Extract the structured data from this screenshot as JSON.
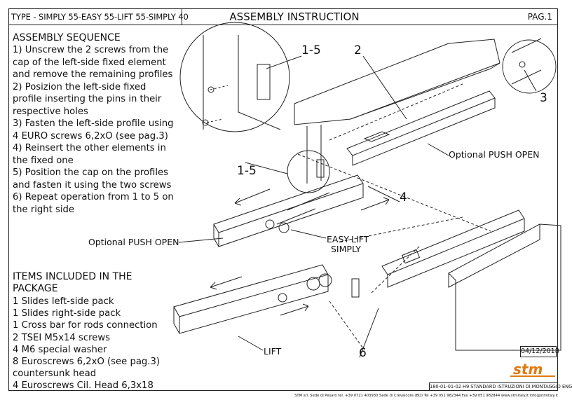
{
  "header": {
    "type_line": "TYPE - SIMPLY 55-EASY 55-LIFT 55-SIMPLY 40",
    "title": "ASSEMBLY INSTRUCTION",
    "page": "PAG.1"
  },
  "sequence": {
    "title": "ASSEMBLY SEQUENCE",
    "steps": [
      "1) Unscrew the 2 screws from the cap of the left-side fixed element and remove the remaining profiles",
      "2) Posizion the left-side fixed profile inserting the pins in their respective holes",
      "3) Fasten the left-side profile using 4 EURO screws 6,2xO (see pag.3)",
      "4) Reinsert the other elements in the fixed one",
      "5) Position the cap on the profiles and fasten it using the two screws",
      "6) Repeat operation from 1 to 5 on the right side"
    ]
  },
  "items": {
    "title": "ITEMS INCLUDED IN THE PACKAGE",
    "list": [
      "1 Slides left-side pack",
      "1 Slides right-side pack",
      "1 Cross bar for rods connection",
      "2 TSEI M5x14 screws",
      "4 M6 special washer",
      "8 Euroscrews 6,2xO (see pag.3) countersunk head",
      "4 Euroscrews Cil. Head 6,3x18"
    ]
  },
  "callouts": {
    "c1_5_top": "1-5",
    "c2": "2",
    "c3": "3",
    "c1_5_bottom": "1-5",
    "c4": "4",
    "c6": "6"
  },
  "labels": {
    "optional_push_open_right": "Optional PUSH OPEN",
    "optional_push_open_left": "Optional PUSH OPEN",
    "easy_lift": "EASY-LIFT",
    "simply": "SIMPLY",
    "lift": "LIFT"
  },
  "footer": {
    "date": "04/12/2018",
    "logo": "stm",
    "doc_code": "180-01-01-02 H9 STANDARD ISTRUZIONI DI MONTAGGIO ENG",
    "company_line": "STM srl. Sede di Pesaro tel. +39 0721 403930 Sede di Crevalcore (BO) Tel +39 051 982344 Fax +39 051 982844 www.stmitaly.it info@stmitaly.it"
  },
  "colors": {
    "line": "#222222",
    "logo": "#e07a10"
  }
}
